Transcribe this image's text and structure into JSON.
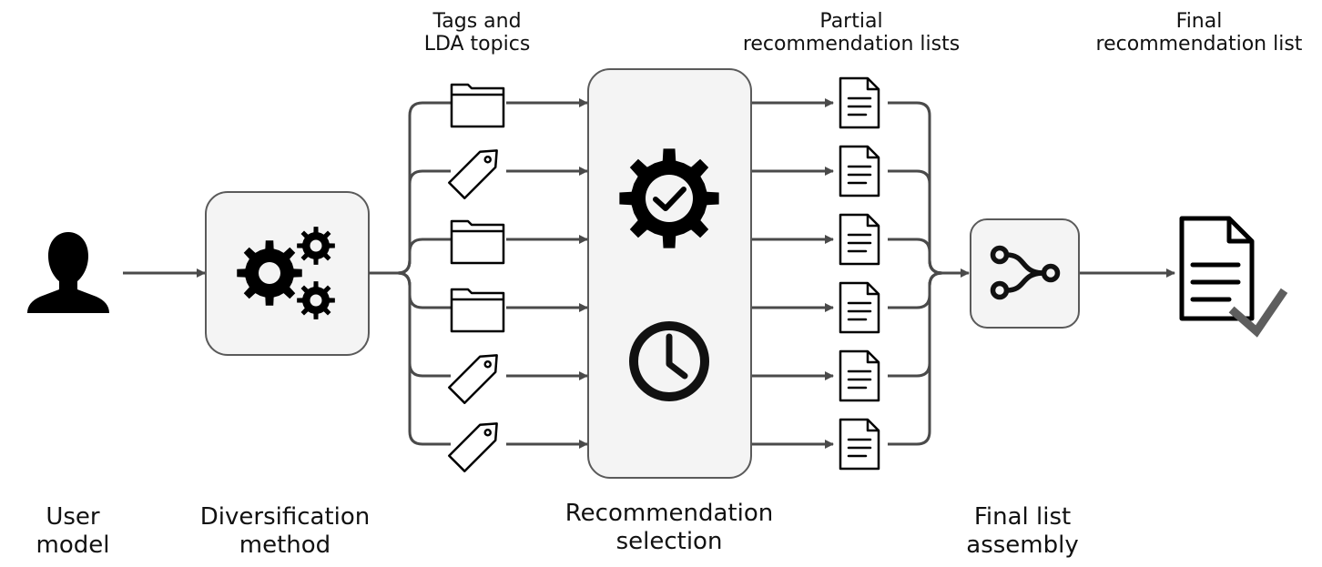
{
  "headers": {
    "tags_topics": [
      "Tags and",
      "LDA topics"
    ],
    "partial_lists": [
      "Partial",
      "recommendation lists"
    ],
    "final_list": [
      "Final",
      "recommendation list"
    ]
  },
  "stages": {
    "user_model": [
      "User",
      "model"
    ],
    "diversification": [
      "Diversification",
      "method"
    ],
    "selection": [
      "Recommendation",
      "selection"
    ],
    "assembly": [
      "Final list",
      "assembly"
    ]
  },
  "branch_items": [
    "folder-icon",
    "tag-icon",
    "folder-icon",
    "folder-icon",
    "tag-icon",
    "tag-icon"
  ],
  "colors": {
    "box_fill": "#f4f4f4",
    "box_stroke": "#5a5a5a",
    "arrow": "#4a4a4a",
    "icon": "#000000",
    "check": "#5e5e5e"
  }
}
